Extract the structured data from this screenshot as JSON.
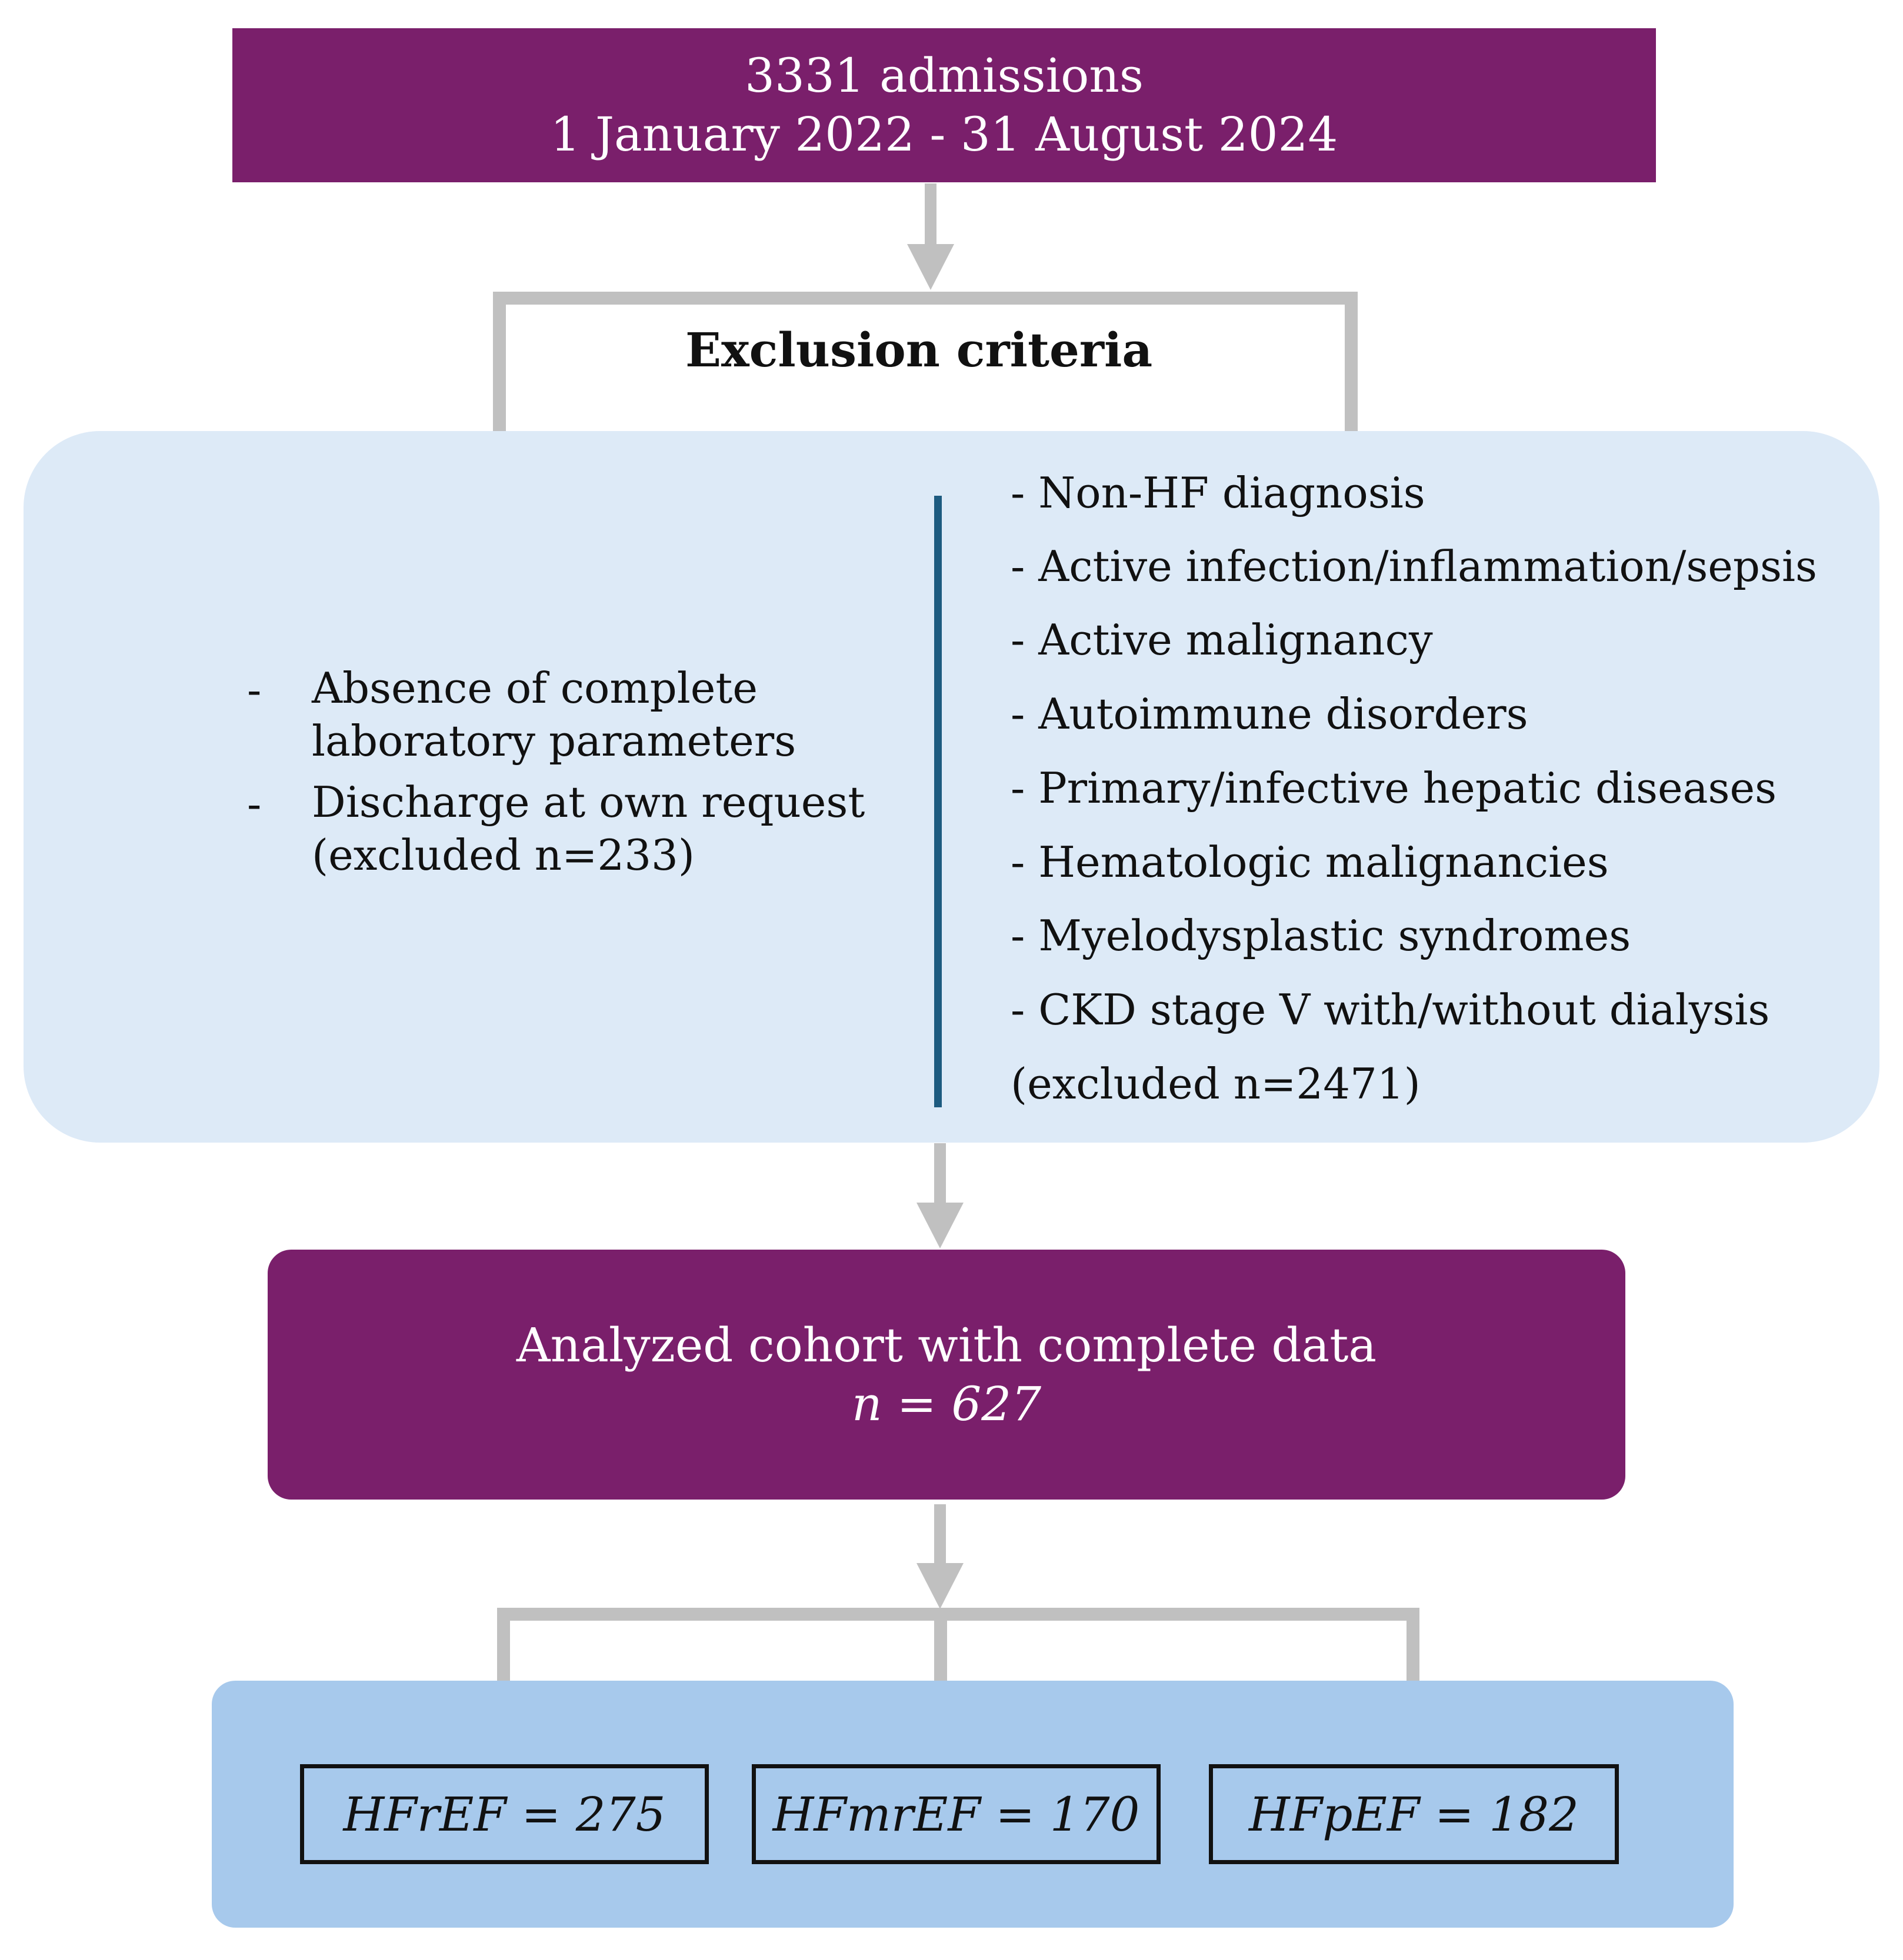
{
  "top_box": {
    "line1": "3331 admissions",
    "line2": "1 January 2022 - 31 August 2024"
  },
  "exclusion": {
    "title": "Exclusion criteria",
    "left_items": [
      "Absence of complete laboratory parameters",
      "Discharge at own request"
    ],
    "left_bullet": "-",
    "left_items_wrapped": [
      [
        "Absence of complete",
        "laboratory parameters"
      ],
      [
        "Discharge at own request",
        "(excluded n=233)"
      ]
    ],
    "right_items": [
      "- Non-HF diagnosis",
      "- Active infection/inflammation/sepsis",
      "- Active malignancy",
      "- Autoimmune disorders",
      "- Primary/infective hepatic diseases",
      "- Hematologic malignancies",
      "- Myelodysplastic syndromes",
      "- CKD stage V with/without dialysis",
      "(excluded n=2471)"
    ]
  },
  "cohort_box": {
    "line1": "Analyzed cohort with complete data",
    "line2": "n = 627"
  },
  "groups": [
    {
      "label": "HFrEF = 275"
    },
    {
      "label": "HFmrEF = 170"
    },
    {
      "label": "HFpEF = 182"
    }
  ],
  "colors": {
    "purple": "#7a1f6b",
    "light_blue": "#ddeaf7",
    "mid_blue": "#a7c9ec",
    "divider": "#1d5b80",
    "connector": "#c0c0c0"
  }
}
